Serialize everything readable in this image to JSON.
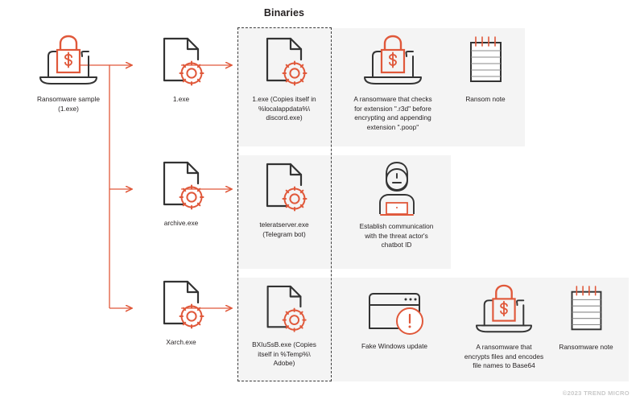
{
  "colors": {
    "accent": "#e0583a",
    "dark": "#333333",
    "band": "#f4f4f4",
    "dashed": "#3c3c3c",
    "footer_text": "#c9c9c9"
  },
  "section": {
    "title": "Binaries"
  },
  "source": {
    "icon": "laptop-lock-icon",
    "caption": "Ransomware sample\n(1.exe)"
  },
  "branches": [
    {
      "icon": "file-gear-icon",
      "caption": "1.exe"
    },
    {
      "icon": "file-gear-icon",
      "caption": "archive.exe"
    },
    {
      "icon": "file-gear-icon",
      "caption": "Xarch.exe"
    }
  ],
  "rows": [
    {
      "binary": {
        "icon": "file-gear-icon",
        "caption": "1.exe (Copies itself in\n%localappdata%\\\ndiscord.exe)"
      },
      "behaviors": [
        {
          "icon": "laptop-lock-icon",
          "caption": "A ransomware that checks\nfor extension \".r3d\" before\nencrypting and appending\nextension \".poop\""
        },
        {
          "icon": "ransom-note-icon",
          "caption": "Ransom note"
        }
      ]
    },
    {
      "binary": {
        "icon": "file-gear-icon",
        "caption": "teleratserver.exe\n(Telegram bot)"
      },
      "behaviors": [
        {
          "icon": "chatbot-person-icon",
          "caption": "Establish communication\nwith the threat actor's\nchatbot ID"
        }
      ]
    },
    {
      "binary": {
        "icon": "file-gear-icon",
        "caption": "BXIuSsB.exe (Copies\nitself in %Temp%\\\nAdobe)"
      },
      "behaviors": [
        {
          "icon": "fake-update-window-icon",
          "caption": "Fake Windows update"
        },
        {
          "icon": "laptop-lock-icon",
          "caption": "A ransomware that\nencrypts files and encodes\nfile names to Base64"
        },
        {
          "icon": "ransom-note-icon",
          "caption": "Ransomware note"
        }
      ]
    }
  ],
  "footer": {
    "copyright": "©2023 TREND MICRO"
  }
}
